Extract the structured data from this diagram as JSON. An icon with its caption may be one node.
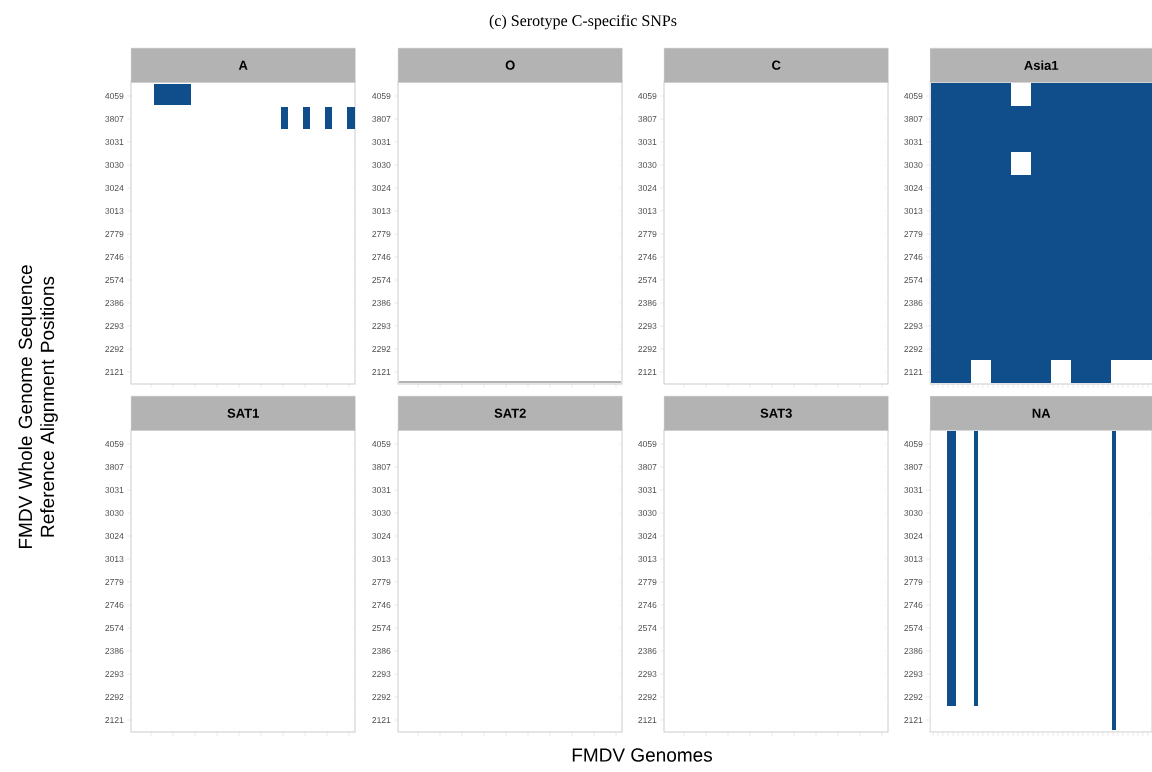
{
  "diagram": {
    "title": "(c) Serotype C-specific SNPs",
    "nodes": [
      {
        "text": [
          "A"
        ]
      },
      {
        "text": [
          "O"
        ]
      },
      {
        "text": [
          "C"
        ]
      },
      {
        "text": [
          "Asia1"
        ]
      },
      {
        "text": [
          "SAT1"
        ]
      },
      {
        "text": [
          "SAT2"
        ]
      },
      {
        "text": [
          "SAT3"
        ]
      },
      {
        "text": [
          "NA"
        ]
      }
    ],
    "labels": [
      "FMDV Whole Genome Sequence Reference Alignment Positions",
      "4059",
      "3807",
      "3031",
      "3030",
      "3024",
      "3013",
      "2779",
      "2746",
      "2574",
      "2386",
      "2293",
      "2292",
      "2121",
      "4059",
      "3807",
      "3031",
      "3030",
      "3024",
      "3013",
      "2779",
      "2746",
      "2574",
      "2386",
      "2293",
      "2292",
      "2121",
      "4059",
      "3807",
      "3031",
      "3030",
      "3024",
      "3013",
      "2779",
      "2746",
      "2574",
      "2386",
      "2293",
      "2292",
      "2121",
      "4059",
      "3807",
      "3031",
      "3030",
      "3024",
      "3013",
      "2779",
      "2746",
      "2574",
      "2386",
      "2293",
      "2292",
      "2121",
      "4059",
      "3807",
      "3031",
      "3030",
      "3024",
      "3013",
      "2779",
      "2746",
      "2574",
      "2386",
      "2293",
      "2292",
      "2121",
      "4059",
      "3807",
      "3031",
      "3030",
      "3024",
      "3013",
      "2779",
      "2746",
      "2574",
      "2386",
      "2293",
      "2292",
      "2121",
      "4059",
      "3807",
      "3031",
      "3030",
      "3024",
      "3013",
      "2779",
      "2746",
      "2574",
      "2386",
      "2293",
      "2292",
      "2121",
      "4059",
      "3807",
      "3031",
      "3030",
      "3024",
      "3013",
      "2779",
      "2746",
      "2574",
      "2386",
      "2293",
      "2292",
      "2121",
      "FMDV Genomes"
    ]
  }
}
